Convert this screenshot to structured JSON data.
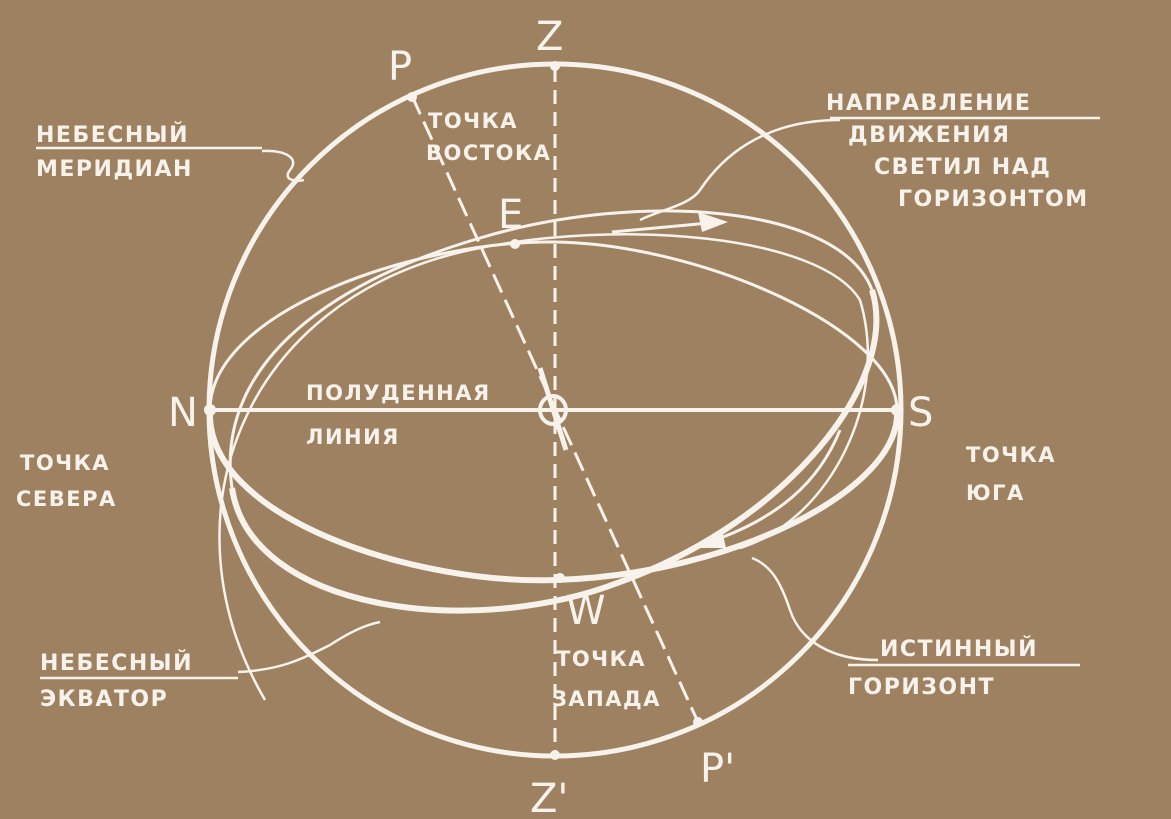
{
  "points": {
    "z": "Z",
    "z_prime": "Z'",
    "p": "P",
    "p_prime": "P'",
    "n": "N",
    "s": "S",
    "e": "E",
    "w": "W"
  },
  "labels": {
    "celestial_meridian": [
      "НЕБЕСНЫЙ",
      "МЕРИДИАН"
    ],
    "east_point": [
      "ТОЧКА",
      "ВОСТОКА"
    ],
    "motion_direction": [
      "НАПРАВЛЕНИЕ",
      "ДВИЖЕНИЯ",
      "СВЕТИЛ НАД",
      "ГОРИЗОНТОМ"
    ],
    "noon_line": [
      "ПОЛУДЕННАЯ",
      "ЛИНИЯ"
    ],
    "north_point": [
      "ТОЧКА",
      "СЕВЕРА"
    ],
    "south_point": [
      "ТОЧКА",
      "ЮГА"
    ],
    "west_point": [
      "ТОЧКА",
      "ЗАПАДА"
    ],
    "celestial_equator": [
      "НЕБЕСНЫЙ",
      "ЭКВАТОР"
    ],
    "true_horizon": [
      "ИСТИННЫЙ",
      "ГОРИЗОНТ"
    ]
  },
  "colors": {
    "background": "#9e8160",
    "ink": "#f7f3ec"
  }
}
